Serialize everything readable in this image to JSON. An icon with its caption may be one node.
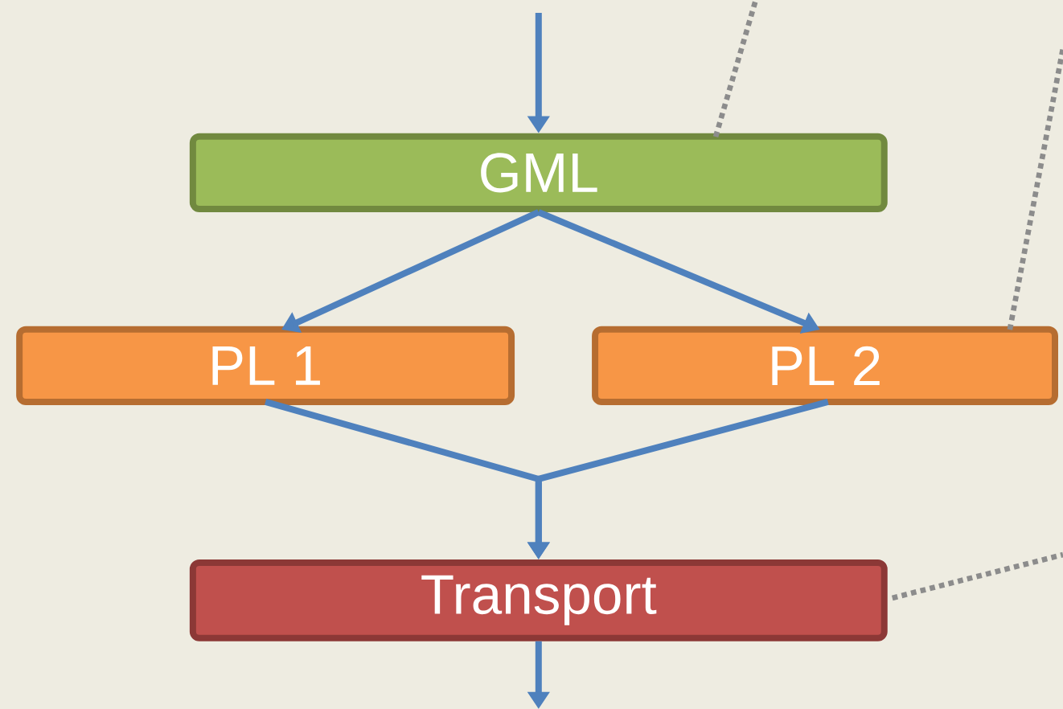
{
  "diagram": {
    "nodes": [
      {
        "text": [
          "GML"
        ]
      },
      {
        "text": [
          "PL 1"
        ]
      },
      {
        "text": [
          "PL 2"
        ]
      },
      {
        "text": [
          "Transport"
        ]
      }
    ],
    "edges": [
      {
        "from": null,
        "to": 0,
        "arrow": "to"
      },
      {
        "from": 0,
        "to": 1,
        "arrow": "to"
      },
      {
        "from": 0,
        "to": 2,
        "arrow": "to"
      },
      {
        "from": 1,
        "to": 3,
        "arrow": "to"
      },
      {
        "from": 2,
        "to": 3,
        "arrow": "to"
      },
      {
        "from": 3,
        "to": null,
        "arrow": "to"
      },
      {
        "from": 0,
        "to": null,
        "arrow": "none",
        "style": "dashed",
        "color": "#8c8c8c"
      },
      {
        "from": 2,
        "to": null,
        "arrow": "none",
        "style": "dashed",
        "color": "#8c8c8c"
      },
      {
        "from": 3,
        "to": null,
        "arrow": "none",
        "style": "dashed",
        "color": "#8c8c8c"
      }
    ]
  }
}
